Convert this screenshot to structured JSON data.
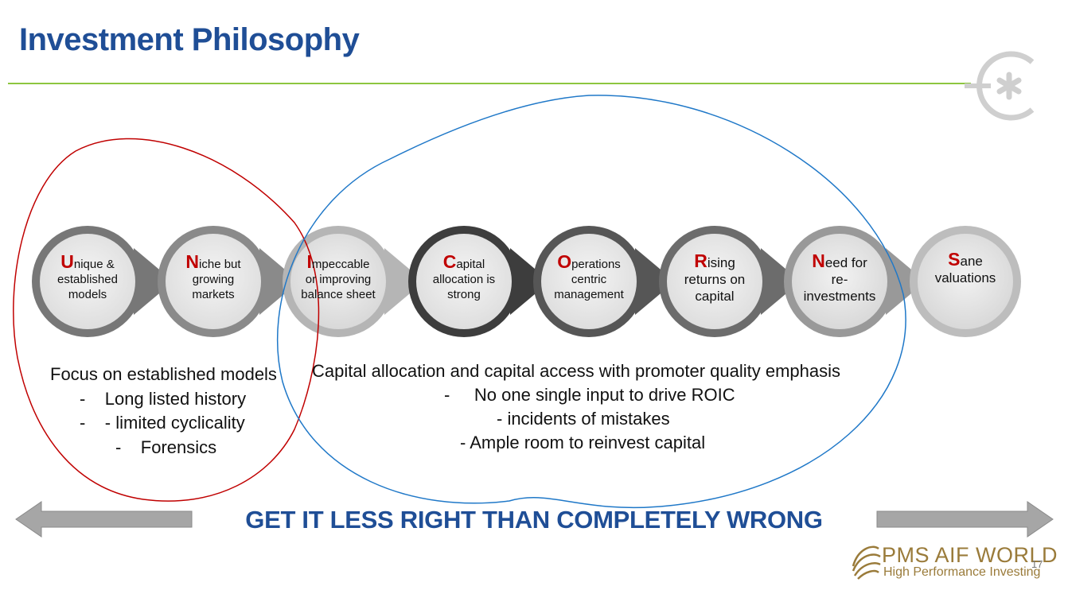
{
  "title": "Investment Philosophy",
  "steps": [
    {
      "initial": "U",
      "rest": "nique &",
      "lines": [
        "established",
        "models"
      ]
    },
    {
      "initial": "N",
      "rest": "iche but",
      "lines": [
        "growing",
        "markets"
      ]
    },
    {
      "initial": "I",
      "rest": "mpeccable",
      "lines": [
        "or improving",
        "balance sheet"
      ]
    },
    {
      "initial": "C",
      "rest": "apital",
      "lines": [
        "allocation is",
        "strong"
      ]
    },
    {
      "initial": "O",
      "rest": "perations",
      "lines": [
        "centric",
        "management"
      ]
    },
    {
      "initial": "R",
      "rest": "ising",
      "lines": [
        "returns on",
        "capital"
      ]
    },
    {
      "initial": "N",
      "rest": "eed for",
      "lines": [
        "re-",
        "investments"
      ]
    },
    {
      "initial": "S",
      "rest": "ane",
      "lines": [
        "valuations"
      ]
    }
  ],
  "left_note": {
    "heading": "Focus on established models",
    "items": [
      "-    Long listed history",
      "-    - limited cyclicality",
      "-    Forensics"
    ]
  },
  "right_note": {
    "heading": "Capital allocation and capital access with promoter quality emphasis",
    "items": [
      "-     No one single input to drive ROIC",
      "- incidents of mistakes",
      "- Ample room to reinvest capital"
    ]
  },
  "tagline": "GET IT LESS RIGHT THAN COMPLETELY WRONG",
  "logo": {
    "name": "PMS AIF WORLD",
    "subtitle": "High Performance Investing"
  },
  "page_number": "17",
  "colors": {
    "title": "#1f4e96",
    "rule": "#8dc63f",
    "initial": "#c00000",
    "red_outline": "#c00000",
    "blue_outline": "#1f78c8",
    "logo": "#9a7b3a"
  }
}
